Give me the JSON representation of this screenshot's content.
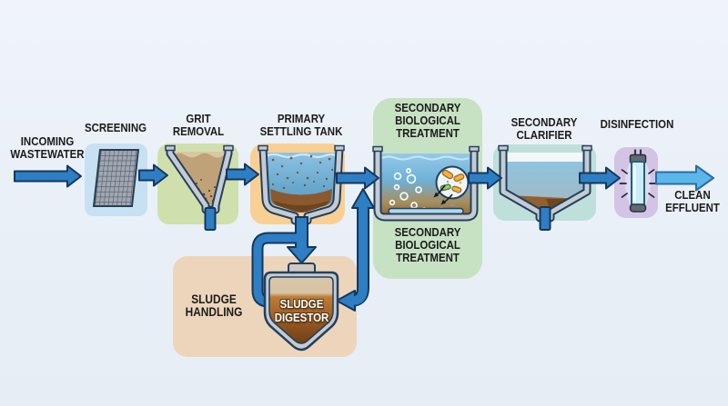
{
  "scene": {
    "title": "Wastewater Treatment Process Diagram",
    "background_color": "#eaf0f8"
  },
  "flow": {
    "incoming_label": "INCOMING\nWASTEWATER",
    "effluent_label": "CLEAN\nEFFLUENT"
  },
  "stations": [
    {
      "id": "screening",
      "label": "SCREENING",
      "box_color": "#c7e1f3",
      "icon": "screen-mesh-icon"
    },
    {
      "id": "grit-removal",
      "label": "GRIT\nREMOVAL",
      "box_color": "#cfe0ad",
      "icon": "grit-funnel-tank-icon"
    },
    {
      "id": "primary-settling-tank",
      "label": "PRIMARY\nSETTLING TANK",
      "box_color": "#f9d094",
      "icon": "settling-tank-icon"
    },
    {
      "id": "secondary-biological-treatment",
      "label_top": "SECONDARY\nBIOLOGICAL\nTREATMENT",
      "label_bottom": "SECONDARY\nBIOLOGICAL\nTREATMENT",
      "box_color": "#c7e2c3",
      "icon": "aeration-tank-microbes-icon"
    },
    {
      "id": "secondary-clarifier",
      "label": "SECONDARY\nCLARIFIER",
      "box_color": "#bfdfda",
      "icon": "clarifier-tank-icon"
    },
    {
      "id": "disinfection",
      "label": "DISINFECTION",
      "box_color": "#d3c4e5",
      "icon": "uv-lamp-icon"
    }
  ],
  "sludge": {
    "handling_label": "SLUDGE\nHANDLING",
    "digestor_label": "SLUDGE\nDIGESTOR",
    "box_color": "#edd5bc",
    "digestor_content_color": "#9a5d26"
  },
  "colors": {
    "arrow_fill": "#2e7ec4",
    "arrow_outline": "#14375c",
    "effluent_arrow_fill": "#5bb7e9",
    "effluent_arrow_outline": "#2a6ca8",
    "tank_rim": "#c5cbd3",
    "tank_outline": "#24405c",
    "text_color": "#1b1b1b"
  }
}
